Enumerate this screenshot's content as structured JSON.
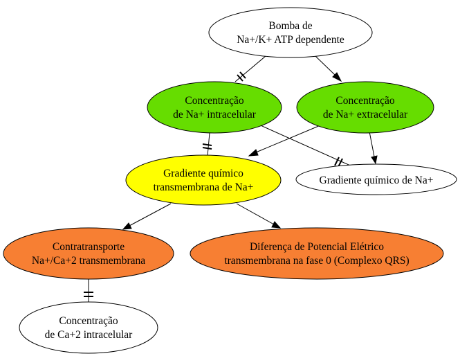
{
  "nodes": {
    "bomba": {
      "line1": "Bomba de",
      "line2": "Na+/K+ ATP dependente",
      "fill": "#ffffff"
    },
    "na_intra": {
      "line1": "Concentração",
      "line2": "de Na+ intracelular",
      "fill": "#66dd00"
    },
    "na_extra": {
      "line1": "Concentração",
      "line2": "de Na+ extracelular",
      "fill": "#66dd00"
    },
    "gradiente_trans": {
      "line1": "Gradiente químico",
      "line2": "transmembrana de Na+",
      "fill": "#ffff00"
    },
    "gradiente_na": {
      "line1": "Gradiente químico de Na+",
      "fill": "#ffffff"
    },
    "contratransporte": {
      "line1": "Contratransporte",
      "line2": "Na+/Ca+2 transmembrana",
      "fill": "#f77f33"
    },
    "diferenca": {
      "line1": "Diferença de Potencial Elétrico",
      "line2": "transmembrana na fase 0 (Complexo QRS)",
      "fill": "#f77f33"
    },
    "ca_intra": {
      "line1": "Concentração",
      "line2": "de Ca+2 intracelular",
      "fill": "#ffffff"
    }
  },
  "edges": [
    {
      "from": "bomba",
      "to": "na_intra",
      "type": "inhibit"
    },
    {
      "from": "bomba",
      "to": "na_extra",
      "type": "activate"
    },
    {
      "from": "na_intra",
      "to": "gradiente_trans",
      "type": "inhibit"
    },
    {
      "from": "na_intra",
      "to": "gradiente_na",
      "type": "inhibit"
    },
    {
      "from": "na_extra",
      "to": "gradiente_trans",
      "type": "activate"
    },
    {
      "from": "na_extra",
      "to": "gradiente_na",
      "type": "activate"
    },
    {
      "from": "gradiente_trans",
      "to": "contratransporte",
      "type": "activate"
    },
    {
      "from": "gradiente_trans",
      "to": "diferenca",
      "type": "activate"
    },
    {
      "from": "contratransporte",
      "to": "ca_intra",
      "type": "inhibit"
    }
  ]
}
